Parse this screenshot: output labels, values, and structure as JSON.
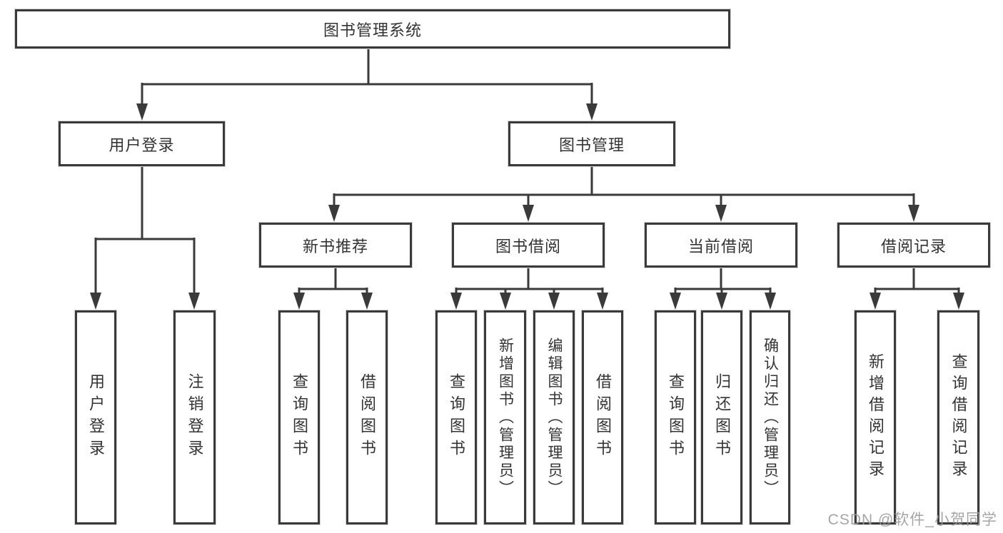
{
  "diagram": {
    "root": "图书管理系统",
    "branches": [
      "用户登录",
      "图书管理"
    ],
    "modules": [
      "新书推荐",
      "图书借阅",
      "当前借阅",
      "借阅记录"
    ],
    "leaves": {
      "user_login": [
        "用户登录",
        "注销登录"
      ],
      "new_book_recommend": [
        "查询图书",
        "借阅图书"
      ],
      "book_borrowing": [
        "查询图书",
        "新增图书（管理员）",
        "编辑图书（管理员）",
        "借阅图书"
      ],
      "current_borrowing": [
        "查询图书",
        "归还图书",
        "确认归还（管理员）"
      ],
      "borrowing_records": [
        "新增借阅记录",
        "查询借阅记录"
      ]
    }
  },
  "watermark": "CSDN @软件_小贺同学",
  "colors": {
    "line": "#3a3a3a",
    "text": "#333333",
    "watermark": "#9b9b9b",
    "background": "#ffffff"
  }
}
